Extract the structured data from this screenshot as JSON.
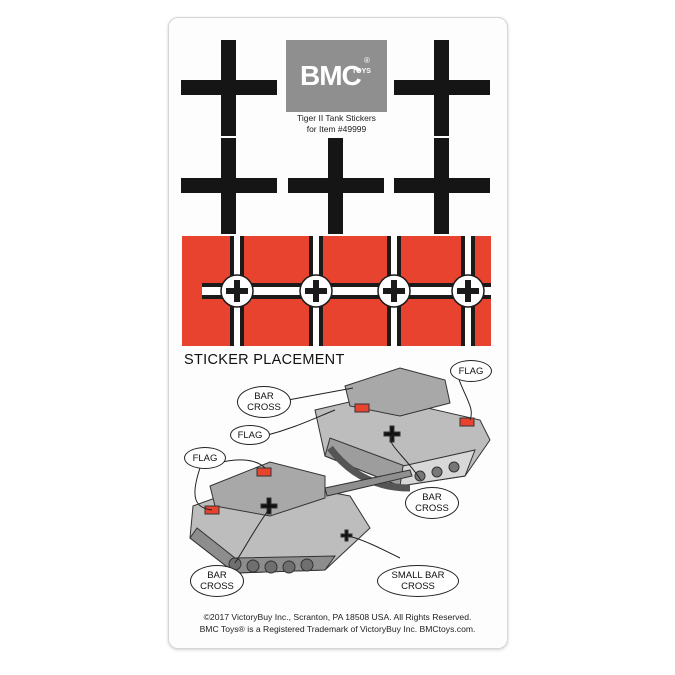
{
  "logo": {
    "brand": "BMC",
    "toys": "TOYS",
    "reg": "®"
  },
  "caption": {
    "line1": "Tiger II Tank Stickers",
    "line2": "for Item #49999"
  },
  "heading": "STICKER PLACEMENT",
  "callouts": {
    "flag_top_right": "FLAG",
    "bar_cross_top_left": "BAR CROSS",
    "flag_mid_left": "FLAG",
    "flag_left": "FLAG",
    "bar_cross_right": "BAR CROSS",
    "bar_cross_bottom": "BAR CROSS",
    "small_bar_cross": "SMALL BAR CROSS"
  },
  "footer": {
    "line1": "©2017 VictoryBuy Inc., Scranton, PA 18508 USA. All Rights Reserved.",
    "line2": "BMC Toys® is a Registered Trademark of VictoryBuy Inc. BMCtoys.com."
  },
  "colors": {
    "flag_red": "#e8432f",
    "cross_black": "#151515",
    "logo_gray": "#8f8f8f",
    "tank_gray": "#b9b9b9"
  }
}
